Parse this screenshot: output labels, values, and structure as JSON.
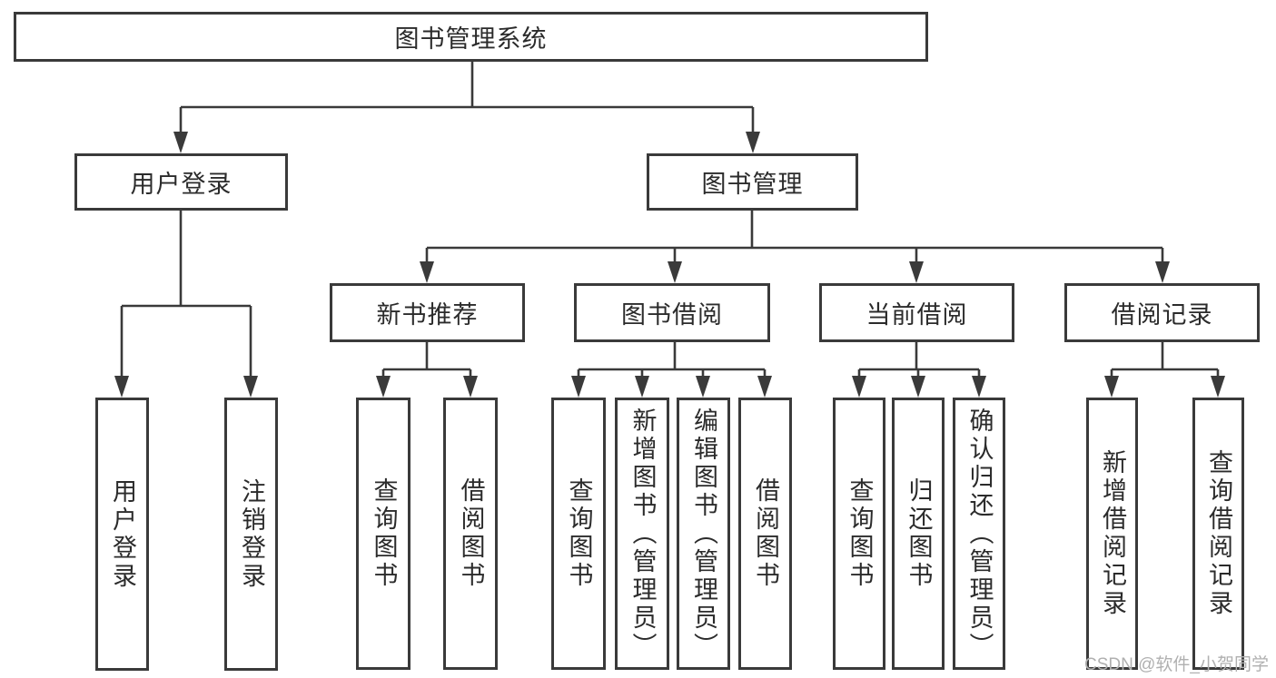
{
  "root": {
    "label": "图书管理系统"
  },
  "branches": [
    {
      "label": "用户登录",
      "children": [
        {
          "label": "用户登录"
        },
        {
          "label": "注销登录"
        }
      ]
    },
    {
      "label": "图书管理",
      "children": [
        {
          "label": "新书推荐",
          "children": [
            {
              "label": "查询图书"
            },
            {
              "label": "借阅图书"
            }
          ]
        },
        {
          "label": "图书借阅",
          "children": [
            {
              "label": "查询图书"
            },
            {
              "label": "新增图书（管理员）"
            },
            {
              "label": "编辑图书（管理员）"
            },
            {
              "label": "借阅图书"
            }
          ]
        },
        {
          "label": "当前借阅",
          "children": [
            {
              "label": "查询图书"
            },
            {
              "label": "归还图书"
            },
            {
              "label": "确认归还（管理员）"
            }
          ]
        },
        {
          "label": "借阅记录",
          "children": [
            {
              "label": "新增借阅记录"
            },
            {
              "label": "查询借阅记录"
            }
          ]
        }
      ]
    }
  ],
  "watermark": "CSDN @软件_小贺同学",
  "colors": {
    "line": "#3a3a3a",
    "text": "#2b2b2b",
    "watermark": "#b0b0b0",
    "background": "#ffffff"
  }
}
